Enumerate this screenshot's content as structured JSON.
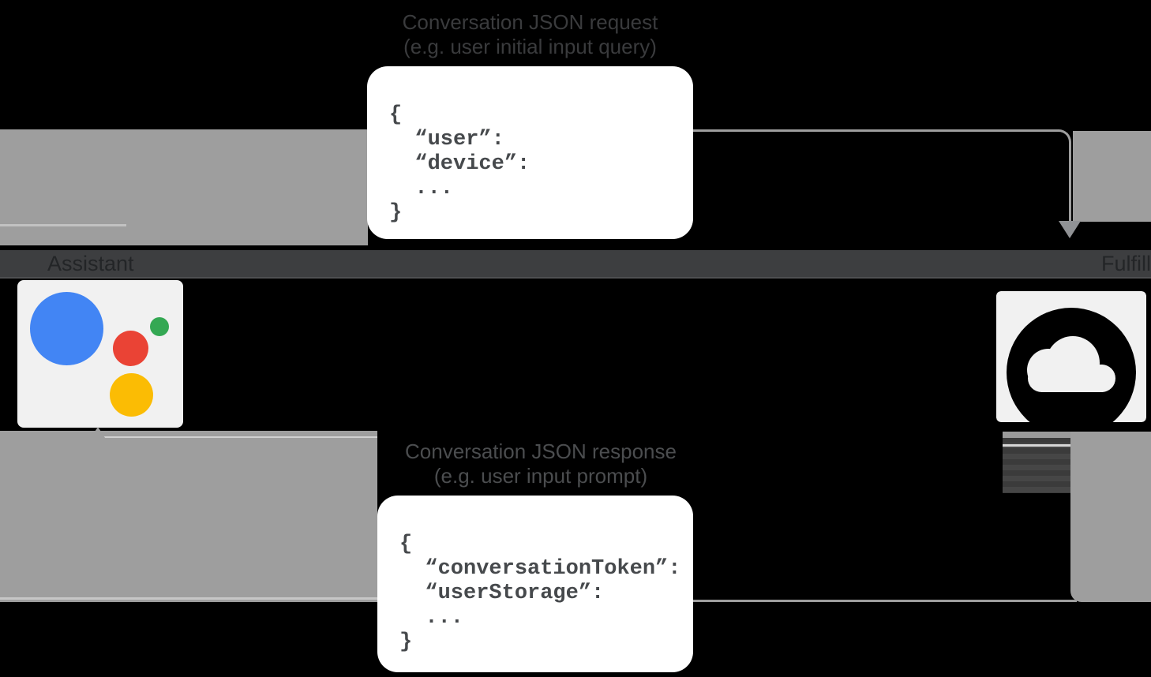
{
  "top_flow": {
    "label_line1": "Conversation JSON request",
    "label_line2": "(e.g. user initial input query)",
    "code": "{\n  “user”:\n  “device”:\n  ...\n}"
  },
  "bottom_flow": {
    "label_line1": "Conversation JSON response",
    "label_line2": "(e.g. user input prompt)",
    "code": "{\n  “conversationToken”:\n  “userStorage”:\n  ...\n}"
  },
  "entities": {
    "left": {
      "label": "Assistant",
      "icon": "google-assistant-icon"
    },
    "right": {
      "label": "Fulfillment",
      "icon": "cloud-icon"
    }
  },
  "colors": {
    "background": "#000000",
    "arrow_gray": "#9e9e9e",
    "band_gray": "#3d3e40",
    "label_text_dark": "#3a3b3d",
    "code_box_bg": "#ffffff",
    "code_text": "#46494c",
    "assistant_blue": "#4285f4",
    "assistant_red": "#ea4335",
    "assistant_green": "#34a853",
    "assistant_yellow": "#fbbc04",
    "icon_box_bg": "#f1f1f1",
    "cloud_icon_fill": "#000000"
  }
}
